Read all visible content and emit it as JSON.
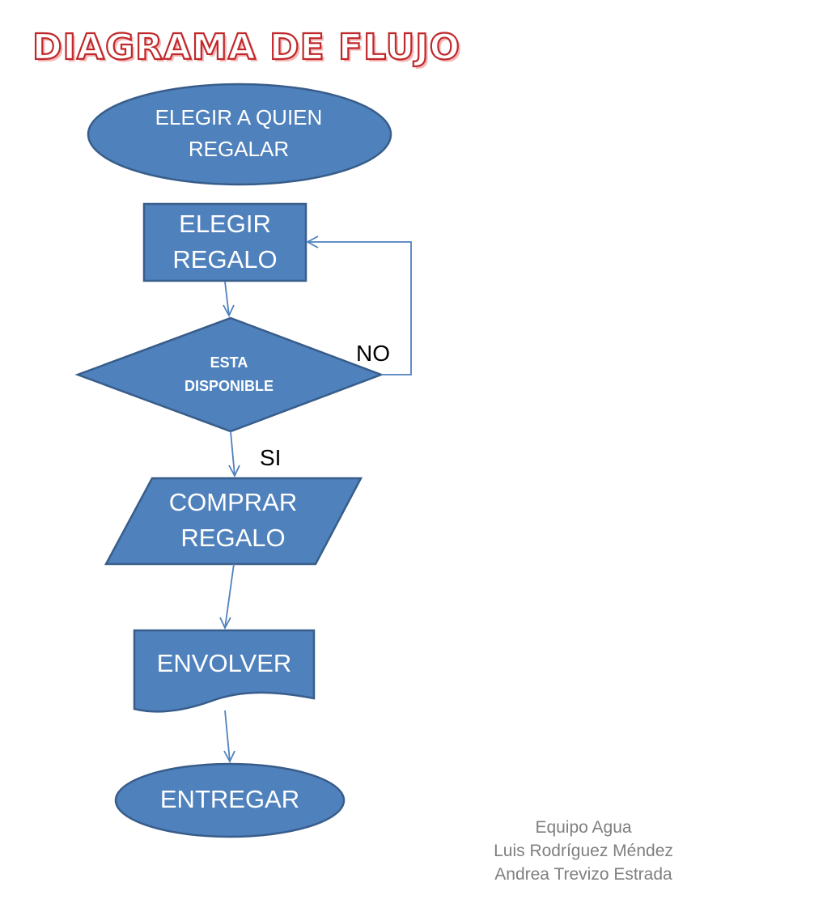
{
  "title": "DIAGRAMA DE FLUJO",
  "nodes": {
    "start": {
      "line1": "ELEGIR A QUIEN",
      "line2": "REGALAR"
    },
    "choose_gift": {
      "line1": "ELEGIR",
      "line2": "REGALO"
    },
    "decision": {
      "line1": "ESTA",
      "line2": "DISPONIBLE"
    },
    "buy_gift": {
      "line1": "COMPRAR",
      "line2": "REGALO"
    },
    "wrap": {
      "label": "ENVOLVER"
    },
    "deliver": {
      "label": "ENTREGAR"
    }
  },
  "branches": {
    "no": "NO",
    "yes": "SI"
  },
  "credits": {
    "team": "Equipo Agua",
    "member1": "Luis Rodríguez Méndez",
    "member2": "Andrea Trevizo Estrada"
  },
  "colors": {
    "shape_fill": "#4f81bd",
    "shape_border": "#385d8a",
    "title_outline": "#c0282b",
    "credits_text": "#7f7f7f"
  }
}
